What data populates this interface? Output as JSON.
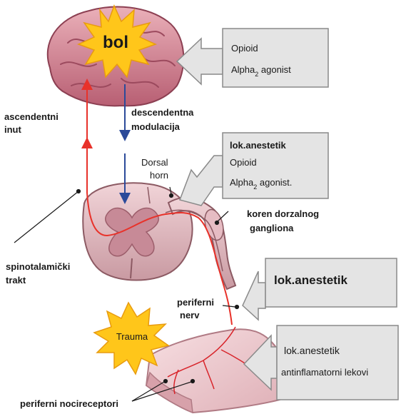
{
  "brain": {
    "label": "bol"
  },
  "labels": {
    "ascending_line1": "ascendentni",
    "ascending_line2": "inut",
    "descending_line1": "descendentna",
    "descending_line2": "modulacija",
    "dorsal_horn_line1": "Dorsal",
    "dorsal_horn_line2": "horn",
    "root_line1": "koren dorzalnog",
    "root_line2": "gangliona",
    "spinothalamic_line1": "spinotalamički",
    "spinothalamic_line2": "trakt",
    "nerve_line1": "periferni",
    "nerve_line2": "nerv",
    "nociceptors": "periferni nocireceptori",
    "trauma": "Trauma"
  },
  "boxes": {
    "brain_box": {
      "line1": "Opioid",
      "line2_main": "Alpha",
      "line2_sub": "2",
      "line2_rest": " agonist"
    },
    "dorsal_box": {
      "title": "lok.anestetik",
      "line2": "Opioid",
      "line3_main": "Alpha",
      "line3_sub": "2",
      "line3_rest": " agonist."
    },
    "nerve_box": {
      "title": "lok.anestetik"
    },
    "skin_box": {
      "line1": "lok.anestetik",
      "line2": "antinflamatorni lekovi"
    }
  },
  "colors": {
    "ascending": "#e8322a",
    "descending": "#2b4a9a",
    "box_fill": "#e4e4e4",
    "box_stroke": "#8a8a8a",
    "brain": "#d9808f",
    "burst": "#ffc61a"
  }
}
